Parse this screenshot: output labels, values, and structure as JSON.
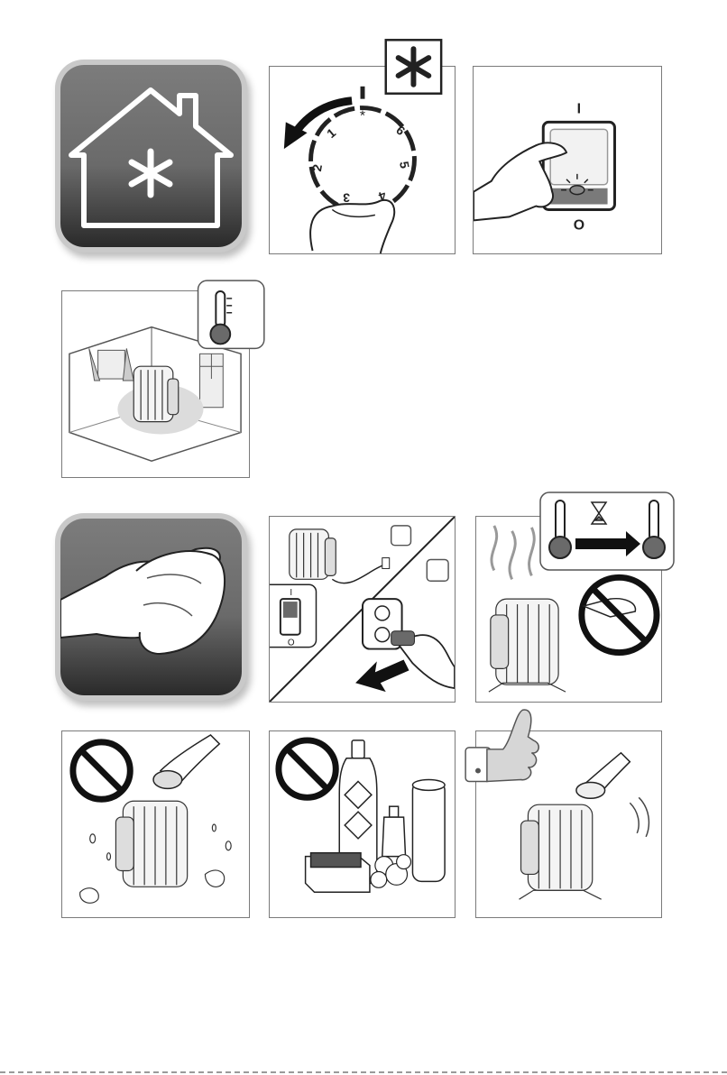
{
  "colors": {
    "tile_gray": "#6e6e6e",
    "panel_border": "#7a7a7a",
    "ink": "#222222"
  },
  "icons": {
    "frost_house": "house-snowflake-icon",
    "dial": "thermostat-dial-icon",
    "switch": "power-switch-icon",
    "thermometer": "thermometer-icon",
    "cleaning": "hand-cloth-icon",
    "prohibited": "prohibition-icon",
    "thumbs_up": "thumbs-up-icon",
    "hourglass": "hourglass-icon"
  },
  "dial": {
    "numbers": [
      "1",
      "2",
      "3",
      "4",
      "5",
      "6"
    ],
    "frost_mark": "*",
    "top_mark": "I"
  },
  "switch": {
    "on": "I",
    "off": "O"
  },
  "unplug": {
    "off": "O",
    "on": "I"
  }
}
